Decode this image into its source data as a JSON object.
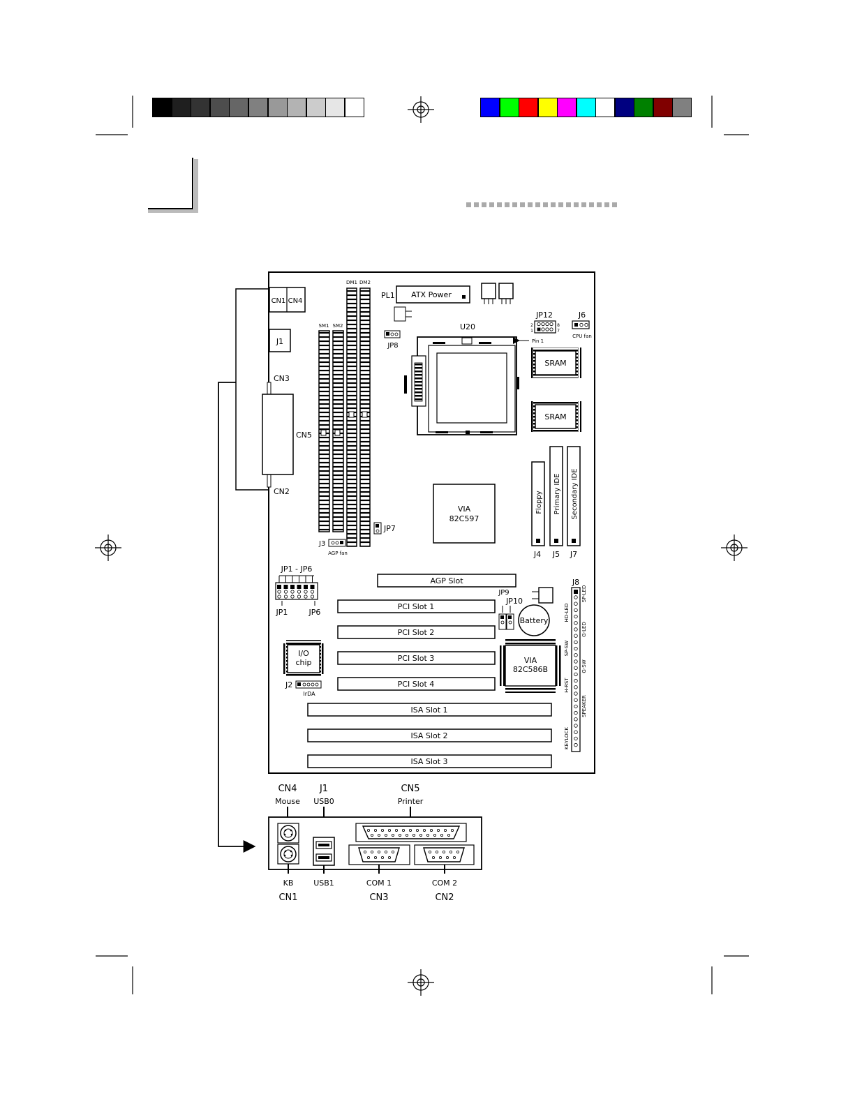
{
  "gray_swatches": [
    "#000000",
    "#1f1f1f",
    "#333333",
    "#4d4d4d",
    "#666666",
    "#808080",
    "#999999",
    "#b3b3b3",
    "#cccccc",
    "#e6e6e6",
    "#ffffff"
  ],
  "color_swatches": [
    "#0000ff",
    "#00ff00",
    "#ff0000",
    "#ffff00",
    "#ff00ff",
    "#00ffff",
    "#ffffff",
    "#000080",
    "#008000",
    "#800000",
    "#808080"
  ],
  "board": {
    "cn1_cn4": "CN1 CN4",
    "j1": "J1",
    "cn3": "CN3",
    "cn5": "CN5",
    "cn2": "CN2",
    "sm1": "SM1",
    "sm2": "SM2",
    "dm1": "DM1",
    "dm2": "DM2",
    "pl1": "PL1",
    "atx_power": "ATX Power",
    "jp12": "JP12",
    "jp12_pin2": "2",
    "jp12_pin1": "1",
    "jp12_pin8": "8",
    "jp12_pin7": "7",
    "j6": "J6",
    "cpu_fan": "CPU fan",
    "u20": "U20",
    "jp8": "JP8",
    "pin1": "Pin 1",
    "sram1": "SRAM",
    "sram2": "SRAM",
    "via_597_line1": "VIA",
    "via_597_line2": "82C597",
    "floppy": "Floppy",
    "primary_ide": "Primary IDE",
    "secondary_ide": "Secondary IDE",
    "j4": "J4",
    "j5": "J5",
    "j7": "J7",
    "jp7": "JP7",
    "j3": "J3",
    "agp_fan": "AGP fan",
    "jp1_jp6": "JP1 - JP6",
    "jp1": "JP1",
    "jp6": "JP6",
    "agp_slot": "AGP Slot",
    "jp9": "JP9",
    "jp10": "JP10",
    "j8": "J8",
    "battery": "Battery",
    "pci1": "PCI Slot 1",
    "pci2": "PCI Slot 2",
    "pci3": "PCI Slot 3",
    "pci4": "PCI Slot 4",
    "io_line1": "I/O",
    "io_line2": "chip",
    "via_586_line1": "VIA",
    "via_586_line2": "82C586B",
    "j2": "J2",
    "irda": "IrDA",
    "isa1": "ISA Slot 1",
    "isa2": "ISA Slot 2",
    "isa3": "ISA Slot 3",
    "front_panel": [
      "SP-LED",
      "HD-LED",
      "G-LED",
      "SP-SW",
      "G-SW",
      "H-RST",
      "SPEAKER",
      "KEYLOCK"
    ]
  },
  "rear_panel": {
    "cn4": "CN4",
    "mouse": "Mouse",
    "j1": "J1",
    "usb0": "USB0",
    "cn5": "CN5",
    "printer": "Printer",
    "kb": "KB",
    "cn1": "CN1",
    "usb1": "USB1",
    "com1": "COM 1",
    "cn3": "CN3",
    "com2": "COM 2",
    "cn2": "CN2"
  }
}
